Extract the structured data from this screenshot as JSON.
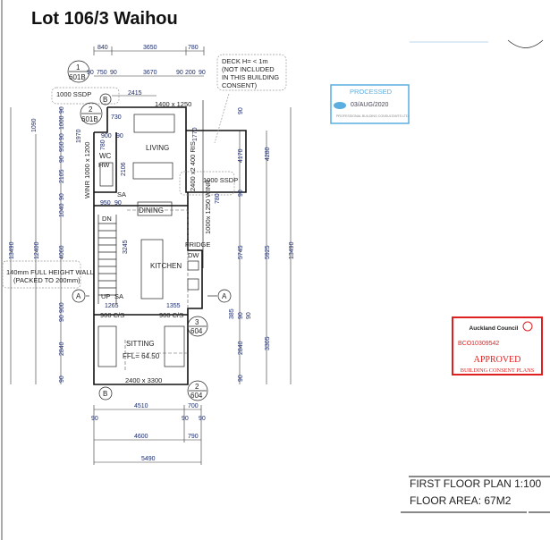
{
  "title": "Lot 106/3 Waihou",
  "rooms": {
    "living": "LIVING",
    "dining": "DINING",
    "kitchen": "KITCHEN",
    "sitting": "SITTING",
    "wc": "WC",
    "ffl": "FFL= 64.50",
    "hw": "HW",
    "dn": "DN",
    "up": "UP",
    "sa1": "SA",
    "sa2": "SA",
    "fridge": "FRIDGE",
    "dw": "DW"
  },
  "notes": {
    "deck": [
      "DECK H= < 1m",
      "(NOT INCLUDED",
      "IN THIS BUILDING",
      "CONSENT)"
    ],
    "wall": [
      "140mm FULL HEIGHT WALL",
      "(PACKED TO 200mm)"
    ],
    "ssdp_top": "1000 SSDP",
    "ssdp_deck": "1000 SSDP",
    "win_top": "1400 x 1250",
    "win_wc": "WINR 1000 x 1200",
    "win_kitchen": "1000x 1250 WINR",
    "win_sitting": "2400 x 3300",
    "ris": "2400 x2 400 RIS",
    "cs_left": "900 C/S",
    "cs_right": "900 C/S"
  },
  "callouts": [
    {
      "num": "1",
      "sheet": "601B"
    },
    {
      "num": "2",
      "sheet": "601B"
    },
    {
      "num": "3",
      "sheet": "604"
    },
    {
      "num": "2",
      "sheet": "604"
    }
  ],
  "sections": {
    "a_left": "A",
    "a_right": "A",
    "b_top": "B",
    "b_bottom": "B"
  },
  "dims": {
    "top": [
      "840",
      "3650",
      "780"
    ],
    "top2": [
      "90",
      "750",
      "90",
      "3670",
      "90",
      "200",
      "90"
    ],
    "d2415": "2415",
    "left_outer": "13490",
    "left_mid": "12400",
    "left_inner": [
      "90",
      "1000",
      "90",
      "950",
      "90",
      "2105",
      "90",
      "1040",
      "4060",
      "900",
      "90",
      "2840",
      "90"
    ],
    "d1090": "1090",
    "interior": [
      "900",
      "90",
      "780",
      "730",
      "1970",
      "2106",
      "950",
      "90",
      "3245",
      "1265",
      "1355",
      "1770",
      "780"
    ],
    "right_inner": [
      "90",
      "4170",
      "90",
      "5745",
      "385",
      "90",
      "2840",
      "90"
    ],
    "right_mid": [
      "4280",
      "5925",
      "90",
      "3305"
    ],
    "right_outer": "13490",
    "bottom1": [
      "4510",
      "700"
    ],
    "bottom90": [
      "90",
      "90",
      "90"
    ],
    "bottom2": [
      "4600",
      "790"
    ],
    "bottom3": "5490"
  },
  "stamp_processed": {
    "title": "PROCESSED",
    "date": "03/AUG/2020",
    "company": "PROFESSIONAL BUILDING CONSULTANTS LTD",
    "color": "#5aaee0"
  },
  "stamp_council": {
    "org": "Auckland Council",
    "number": "BCO10309542",
    "status": "APPROVED",
    "sub": "BUILDING CONSENT PLANS",
    "color": "#e02020"
  },
  "title_block": {
    "plan": "FIRST FLOOR PLAN  1:100",
    "area": "FLOOR AREA: 67M2"
  }
}
